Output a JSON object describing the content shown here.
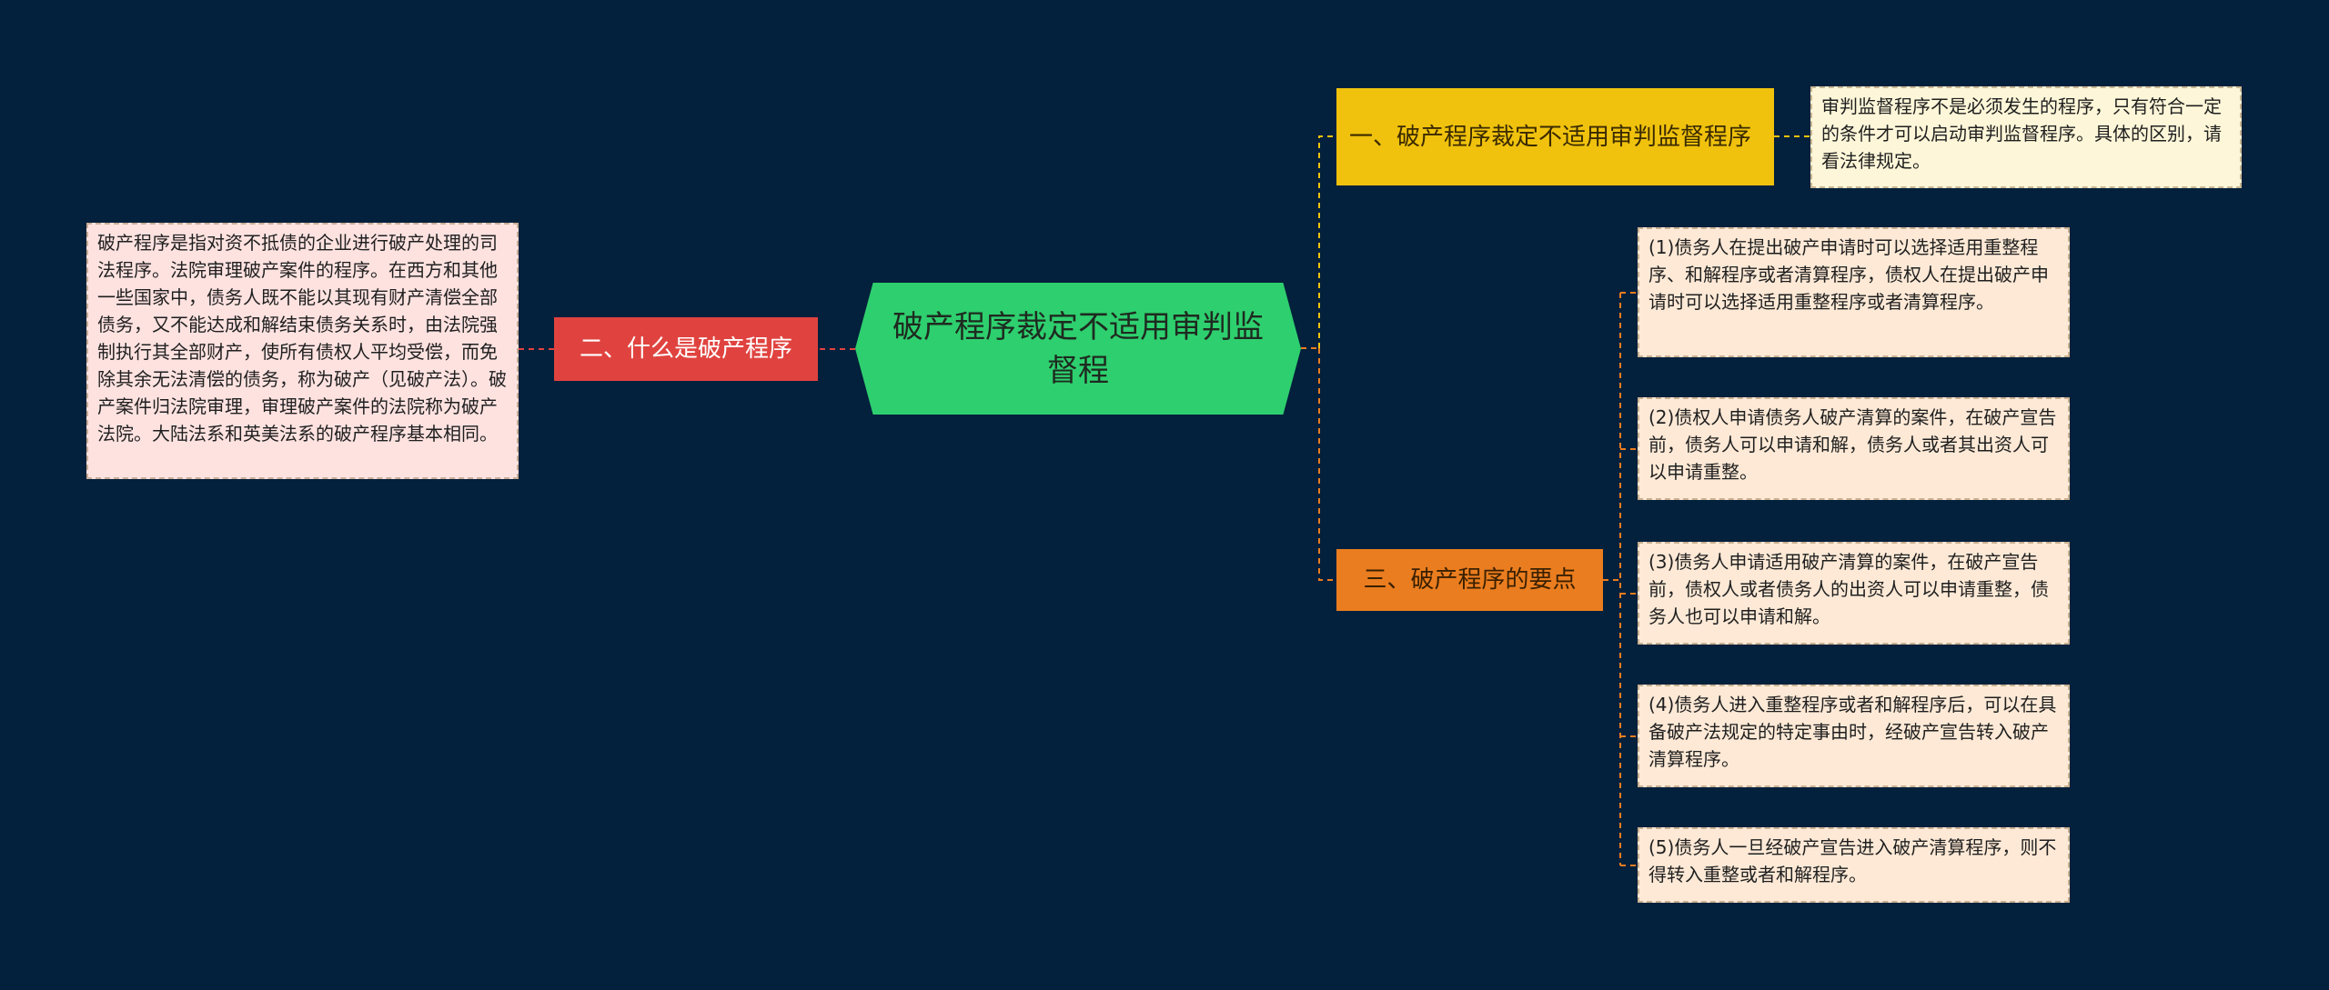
{
  "central": {
    "title": "破产程序裁定不适用审判监督程"
  },
  "branches": [
    {
      "label": "一、破产程序裁定不适用审判监督程序",
      "color": "#f0c20d",
      "children": [
        "审判监督程序不是必须发生的程序，只有符合一定的条件才可以启动审判监督程序。具体的区别，请看法律规定。"
      ]
    },
    {
      "label": "二、什么是破产程序",
      "color": "#e0433f",
      "children": [
        "破产程序是指对资不抵债的企业进行破产处理的司法程序。法院审理破产案件的程序。在西方和其他一些国家中，债务人既不能以其现有财产清偿全部债务，又不能达成和解结束债务关系时，由法院强制执行其全部财产，使所有债权人平均受偿，而免除其余无法清偿的债务，称为破产（见破产法）。破产案件归法院审理，审理破产案件的法院称为破产法院。大陆法系和英美法系的破产程序基本相同。"
      ]
    },
    {
      "label": "三、破产程序的要点",
      "color": "#ea7d1f",
      "children": [
        "(1)债务人在提出破产申请时可以选择适用重整程序、和解程序或者清算程序，债权人在提出破产申请时可以选择适用重整程序或者清算程序。",
        "(2)债权人申请债务人破产清算的案件，在破产宣告前，债务人可以申请和解，债务人或者其出资人可以申请重整。",
        "(3)债务人申请适用破产清算的案件，在破产宣告前，债权人或者债务人的出资人可以申请重整，债务人也可以申请和解。",
        "(4)债务人进入重整程序或者和解程序后，可以在具备破产法规定的特定事由时，经破产宣告转入破产清算程序。",
        "(5)债务人一旦经破产宣告进入破产清算程序，则不得转入重整或者和解程序。"
      ]
    }
  ]
}
